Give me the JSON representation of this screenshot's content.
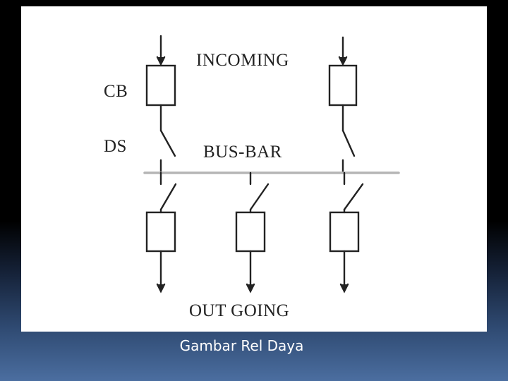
{
  "diagram": {
    "labels": {
      "incoming": "INCOMING",
      "cb": "CB",
      "ds": "DS",
      "busbar": "BUS-BAR",
      "outgoing": "OUT GOING"
    },
    "line_color": "#222222",
    "busbar_color": "#b5b5b5"
  },
  "caption": "Gambar Rel Daya"
}
